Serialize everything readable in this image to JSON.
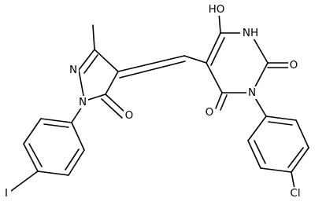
{
  "molecule": {
    "background_color": "#ffffff",
    "bond_color": "#000000",
    "labels": {
      "hydroxyl": "HO",
      "amide_nh": "NH",
      "carbonyl_o_right": "O",
      "carbonyl_o_bottom": "O",
      "imide_n": "N",
      "pyrazole_n1": "N",
      "pyrazole_n2": "N",
      "pyrazolone_o": "O",
      "chloro": "Cl",
      "iodo": "I"
    }
  }
}
